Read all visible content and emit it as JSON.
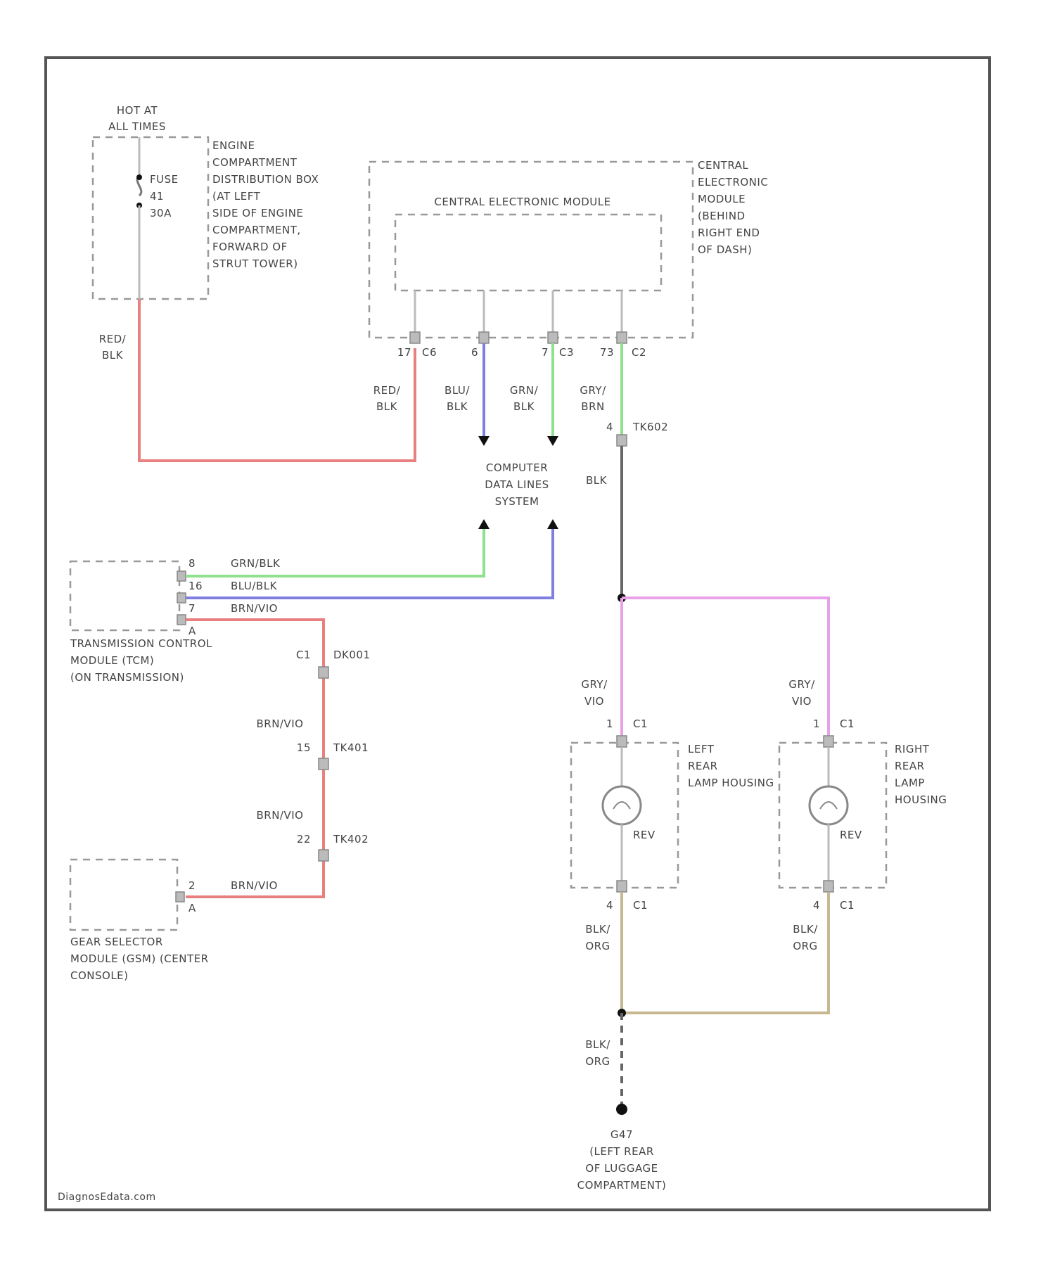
{
  "colors": {
    "red_wire": "#e8807f",
    "blue_wire": "#7f7fe0",
    "green_wire": "#8fe08f",
    "black_wire": "#666666",
    "violet_wire": "#e8a0e8",
    "orange_wire": "#c8b890",
    "gray_wire": "#bbbbbb",
    "box_border": "#999999"
  },
  "power": {
    "hot_line1": "HOT AT",
    "hot_line2": "ALL TIMES",
    "fuse_line1": "FUSE",
    "fuse_line2": "41",
    "fuse_line3": "30A",
    "ecdb_lines": [
      "ENGINE",
      "COMPARTMENT",
      "DISTRIBUTION BOX",
      "(AT LEFT",
      "SIDE OF ENGINE",
      "COMPARTMENT,",
      "FORWARD OF",
      "STRUT TOWER)"
    ],
    "wire_line1": "RED/",
    "wire_line2": "BLK"
  },
  "cem": {
    "title": "CENTRAL ELECTRONIC MODULE",
    "location_lines": [
      "CENTRAL",
      "ELECTRONIC",
      "MODULE",
      "(BEHIND",
      "RIGHT END",
      "OF DASH)"
    ],
    "pin1": "17",
    "pin1_conn": "C6",
    "pin2": "6",
    "pin3": "7",
    "pin3_conn": "C3",
    "pin4": "73",
    "pin4_conn": "C2",
    "w1_line1": "RED/",
    "w1_line2": "BLK",
    "w2_line1": "BLU/",
    "w2_line2": "BLK",
    "w3_line1": "GRN/",
    "w3_line2": "BLK",
    "w4_line1": "GRY/",
    "w4_line2": "BRN"
  },
  "splice_top": {
    "pin": "4",
    "conn": "TK602",
    "wire": "BLK"
  },
  "data_lines": {
    "lines": [
      "COMPUTER",
      "DATA LINES",
      "SYSTEM"
    ]
  },
  "tcm": {
    "pin_a": "8",
    "wire_a": "GRN/BLK",
    "pin_b": "16",
    "wire_b": "BLU/BLK",
    "pin_c": "7",
    "wire_c": "BRN/VIO",
    "pin_d": "A",
    "label_lines": [
      "TRANSMISSION CONTROL",
      "MODULE (TCM)",
      "(ON TRANSMISSION)"
    ]
  },
  "harness": {
    "c1_pin": "C1",
    "c1_conn": "DK001",
    "wire1": "BRN/VIO",
    "c2_pin": "15",
    "c2_conn": "TK401",
    "wire2": "BRN/VIO",
    "c3_pin": "22",
    "c3_conn": "TK402"
  },
  "gsm": {
    "pin_a": "2",
    "pin_b": "A",
    "wire": "BRN/VIO",
    "label_lines": [
      "GEAR SELECTOR",
      "MODULE (GSM) (CENTER",
      "CONSOLE)"
    ]
  },
  "left_lamp": {
    "wire_line1": "GRY/",
    "wire_line2": "VIO",
    "pin_top": "1",
    "conn_top": "C1",
    "label_lines": [
      "LEFT",
      "REAR",
      "LAMP HOUSING"
    ],
    "bulb": "REV",
    "pin_bot": "4",
    "conn_bot": "C1",
    "ground_line1": "BLK/",
    "ground_line2": "ORG"
  },
  "right_lamp": {
    "wire_line1": "GRY/",
    "wire_line2": "VIO",
    "pin_top": "1",
    "conn_top": "C1",
    "label_lines": [
      "RIGHT",
      "REAR",
      "LAMP",
      "HOUSING"
    ],
    "bulb": "REV",
    "pin_bot": "4",
    "conn_bot": "C1",
    "ground_line1": "BLK/",
    "ground_line2": "ORG"
  },
  "ground": {
    "wire_line1": "BLK/",
    "wire_line2": "ORG",
    "lines": [
      "G47",
      "(LEFT REAR",
      "OF LUGGAGE",
      "COMPARTMENT)"
    ]
  },
  "footer": {
    "watermark": "DiagnosEdata.com"
  }
}
